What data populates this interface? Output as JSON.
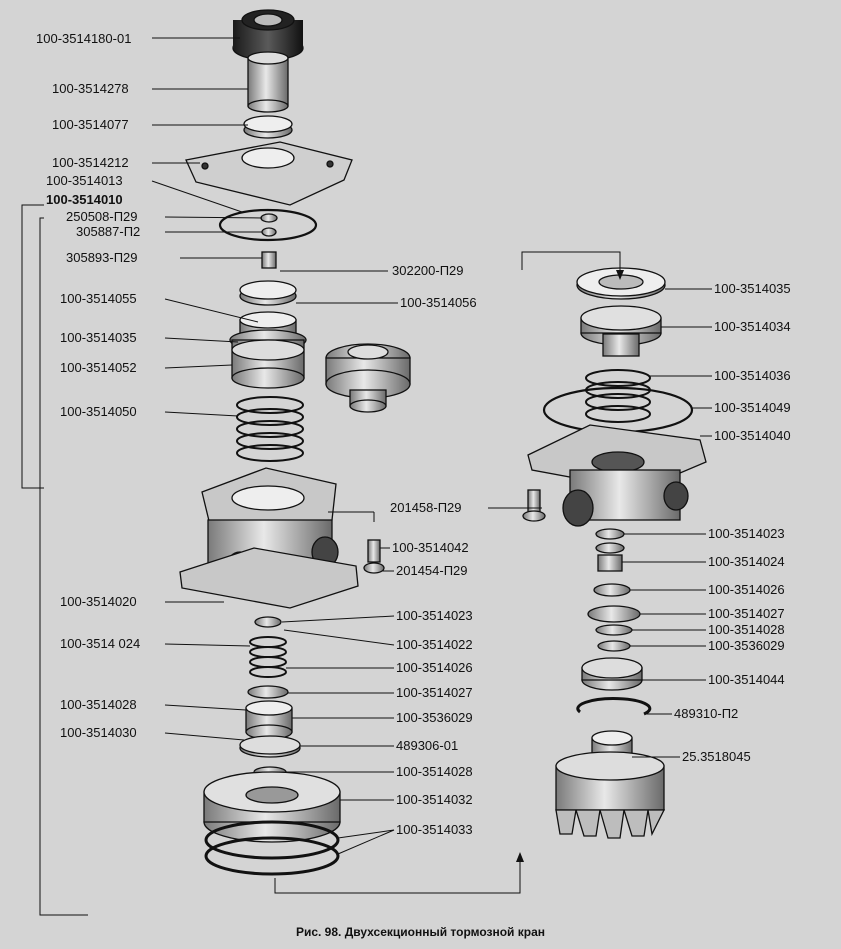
{
  "caption": "Рис. 98. Двухсекционный тормозной кран",
  "assembly_label": "100-3514010",
  "left_parts": [
    "100-3514180-01",
    "100-3514278",
    "100-3514077",
    "100-3514212",
    "100-3514013",
    "250508-П29",
    "305887-П2",
    "305893-П29",
    "100-3514055",
    "100-3514035",
    "100-3514052",
    "100-3514050",
    "100-3514020",
    "100-3514 024",
    "100-3514028",
    "100-3514030"
  ],
  "center_parts": [
    "302200-П29",
    "100-3514056",
    "201458-П29",
    "100-3514042",
    "201454-П29",
    "100-3514023",
    "100-3514022",
    "100-3514026",
    "100-3514027",
    "100-3536029",
    "489306-01",
    "100-3514028",
    "100-3514032",
    "100-3514033"
  ],
  "right_parts": [
    "100-3514035",
    "100-3514034",
    "100-3514036",
    "100-3514049",
    "100-3514040",
    "100-3514023",
    "100-3514024",
    "100-3514026",
    "100-3514027",
    "100-3514028",
    "100-3536029",
    "100-3514044",
    "489310-П2",
    "25.3518045"
  ]
}
